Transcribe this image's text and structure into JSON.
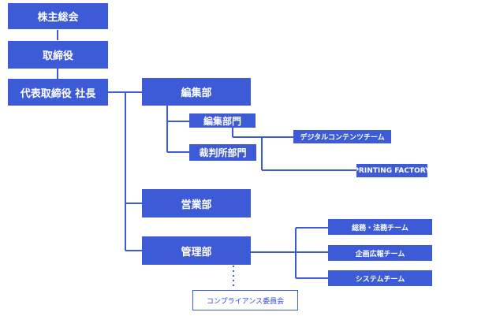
{
  "colors": {
    "box_fill": "#3d5bd6",
    "line": "#3d5bd6",
    "text_on_box": "#ffffff"
  },
  "nodes": {
    "shareholders_meeting": "株主総会",
    "board_of_directors": "取締役",
    "ceo": "代表取締役 社長",
    "editorial_department": "編集部",
    "editorial_division": "編集部門",
    "digital_content_team": "デジタルコンテンツチーム",
    "printing_factory": "PRINTING FACTORY",
    "cutting_division": "裁判所部門",
    "sales_department": "営業部",
    "administration_department": "管理部",
    "general_legal_team": "総務・法務チーム",
    "pr_planning_team": "企画広報チーム",
    "systems_team": "システムチーム",
    "compliance_committee": "コンプライアンス委員会"
  }
}
